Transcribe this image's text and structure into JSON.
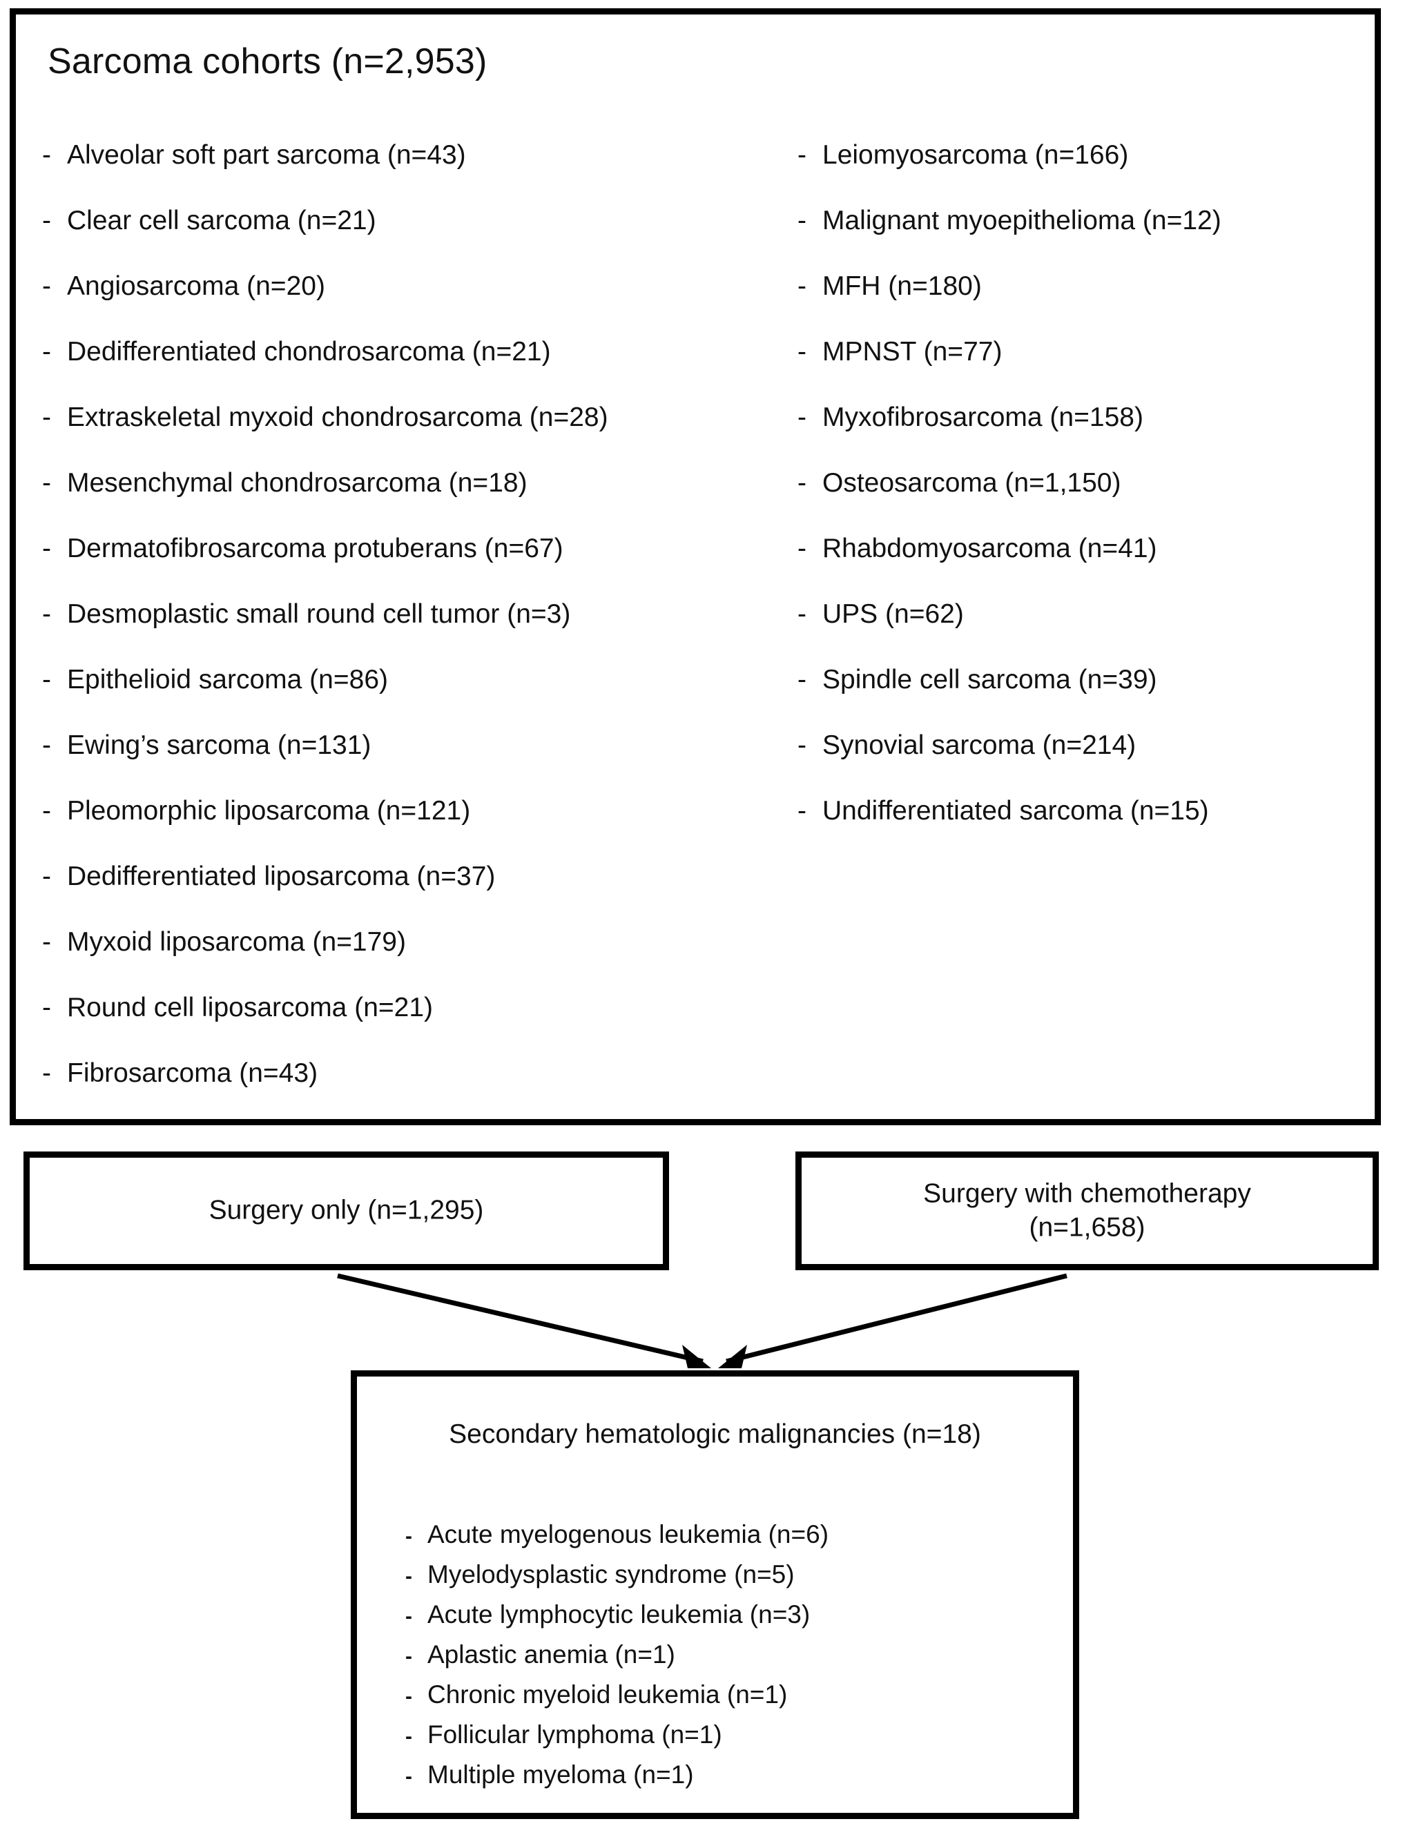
{
  "diagram": {
    "type": "flowchart",
    "title": "Sarcoma cohorts study flow"
  },
  "cohort_box": {
    "title": "Sarcoma cohorts (n=2,953)",
    "total_n": 2953,
    "bullet_marker": "-",
    "left_column": [
      {
        "label": "Alveolar soft part sarcoma (n=43)",
        "name": "Alveolar soft part sarcoma",
        "n": 43
      },
      {
        "label": "Clear cell sarcoma (n=21)",
        "name": "Clear cell sarcoma",
        "n": 21
      },
      {
        "label": "Angiosarcoma (n=20)",
        "name": "Angiosarcoma",
        "n": 20
      },
      {
        "label": "Dedifferentiated chondrosarcoma (n=21)",
        "name": "Dedifferentiated chondrosarcoma",
        "n": 21
      },
      {
        "label": "Extraskeletal myxoid chondrosarcoma (n=28)",
        "name": "Extraskeletal myxoid chondrosarcoma",
        "n": 28
      },
      {
        "label": "Mesenchymal chondrosarcoma (n=18)",
        "name": "Mesenchymal chondrosarcoma",
        "n": 18
      },
      {
        "label": "Dermatofibrosarcoma protuberans (n=67)",
        "name": "Dermatofibrosarcoma protuberans",
        "n": 67
      },
      {
        "label": "Desmoplastic small round cell tumor (n=3)",
        "name": "Desmoplastic small round cell tumor",
        "n": 3
      },
      {
        "label": "Epithelioid sarcoma (n=86)",
        "name": "Epithelioid sarcoma",
        "n": 86
      },
      {
        "label": "Ewing’s sarcoma (n=131)",
        "name": "Ewing’s sarcoma",
        "n": 131
      },
      {
        "label": "Pleomorphic liposarcoma (n=121)",
        "name": "Pleomorphic liposarcoma",
        "n": 121
      },
      {
        "label": "Dedifferentiated liposarcoma (n=37)",
        "name": "Dedifferentiated liposarcoma",
        "n": 37
      },
      {
        "label": "Myxoid liposarcoma (n=179)",
        "name": "Myxoid liposarcoma",
        "n": 179
      },
      {
        "label": "Round cell liposarcoma (n=21)",
        "name": "Round cell liposarcoma",
        "n": 21
      },
      {
        "label": "Fibrosarcoma (n=43)",
        "name": "Fibrosarcoma",
        "n": 43
      }
    ],
    "right_column": [
      {
        "label": "Leiomyosarcoma (n=166)",
        "name": "Leiomyosarcoma",
        "n": 166
      },
      {
        "label": "Malignant myoepithelioma (n=12)",
        "name": "Malignant myoepithelioma",
        "n": 12
      },
      {
        "label": "MFH (n=180)",
        "name": "MFH",
        "n": 180
      },
      {
        "label": "MPNST (n=77)",
        "name": "MPNST",
        "n": 77
      },
      {
        "label": "Myxofibrosarcoma (n=158)",
        "name": "Myxofibrosarcoma",
        "n": 158
      },
      {
        "label": "Osteosarcoma (n=1,150)",
        "name": "Osteosarcoma",
        "n": 1150
      },
      {
        "label": "Rhabdomyosarcoma (n=41)",
        "name": "Rhabdomyosarcoma",
        "n": 41
      },
      {
        "label": "UPS (n=62)",
        "name": "UPS",
        "n": 62
      },
      {
        "label": "Spindle cell sarcoma (n=39)",
        "name": "Spindle cell sarcoma",
        "n": 39
      },
      {
        "label": "Synovial sarcoma (n=214)",
        "name": "Synovial sarcoma",
        "n": 214
      },
      {
        "label": "Undifferentiated sarcoma (n=15)",
        "name": "Undifferentiated sarcoma",
        "n": 15
      }
    ]
  },
  "treatment_boxes": {
    "surgery_only": {
      "label": "Surgery only (n=1,295)",
      "name": "Surgery only",
      "n": 1295
    },
    "surgery_with_chemotherapy": {
      "line1": "Surgery with chemotherapy",
      "line2": "(n=1,658)",
      "name": "Surgery with chemotherapy",
      "n": 1658
    }
  },
  "outcome_box": {
    "title": "Secondary hematologic malignancies (n=18)",
    "total_n": 18,
    "bullet_marker": "-",
    "items": [
      {
        "label": "Acute myelogenous leukemia (n=6)",
        "name": "Acute myelogenous leukemia",
        "n": 6
      },
      {
        "label": "Myelodysplastic syndrome (n=5)",
        "name": "Myelodysplastic syndrome",
        "n": 5
      },
      {
        "label": "Acute lymphocytic leukemia (n=3)",
        "name": "Acute lymphocytic leukemia",
        "n": 3
      },
      {
        "label": "Aplastic anemia (n=1)",
        "name": "Aplastic anemia",
        "n": 1
      },
      {
        "label": "Chronic myeloid leukemia (n=1)",
        "name": "Chronic myeloid leukemia",
        "n": 1
      },
      {
        "label": "Follicular lymphoma (n=1)",
        "name": "Follicular lymphoma",
        "n": 1
      },
      {
        "label": "Multiple myeloma (n=1)",
        "name": "Multiple myeloma",
        "n": 1
      }
    ]
  },
  "edges": [
    {
      "from": "surgery_only",
      "to": "outcome_box",
      "arrowhead": true
    },
    {
      "from": "surgery_with_chemotherapy",
      "to": "outcome_box",
      "arrowhead": true
    }
  ],
  "colors": {
    "stroke": "#000000",
    "background": "#ffffff",
    "text": "#111111"
  }
}
